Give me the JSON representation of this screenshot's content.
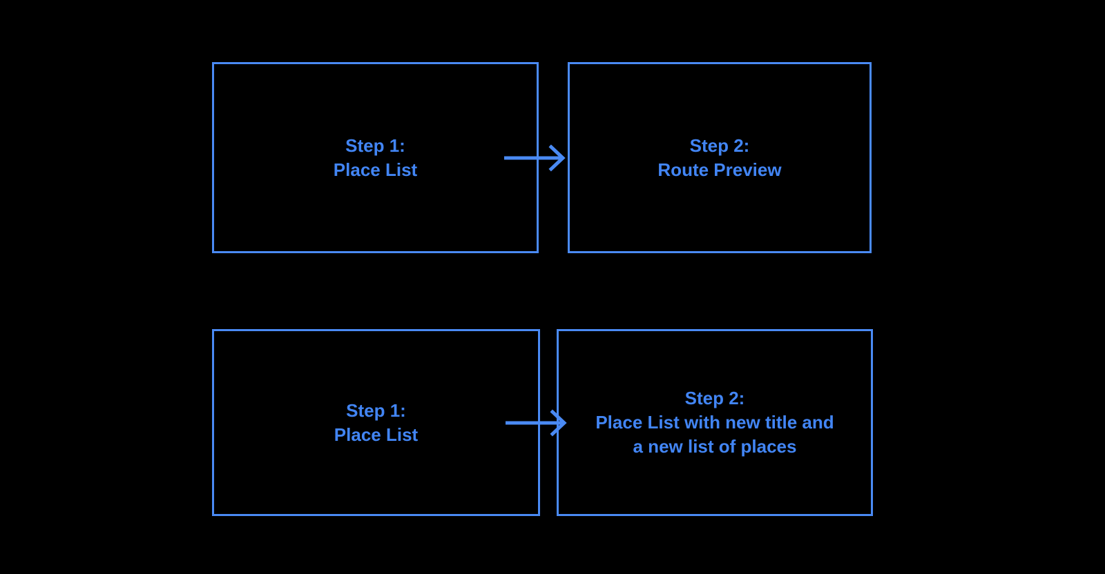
{
  "canvas": {
    "background_color": "#000000",
    "stroke_color": "#4a8af4",
    "text_color": "#4285f4"
  },
  "diagram": {
    "type": "flowchart",
    "rows": [
      {
        "id": "row-0",
        "nodes": [
          {
            "id": "box-0-0",
            "label": "Step 1:\nPlace List"
          },
          {
            "id": "box-0-1",
            "label": "Step 2:\nRoute Preview"
          }
        ],
        "connector": {
          "id": "conn-0",
          "kind": "arrow-right",
          "label": ""
        }
      },
      {
        "id": "row-1",
        "nodes": [
          {
            "id": "box-1-0",
            "label": "Step 1:\nPlace List"
          },
          {
            "id": "box-1-1",
            "label": "Step 2:\nPlace List with new title and\na new list of places"
          }
        ],
        "connector": {
          "id": "conn-1",
          "kind": "arrow-right",
          "label": ""
        }
      }
    ]
  }
}
